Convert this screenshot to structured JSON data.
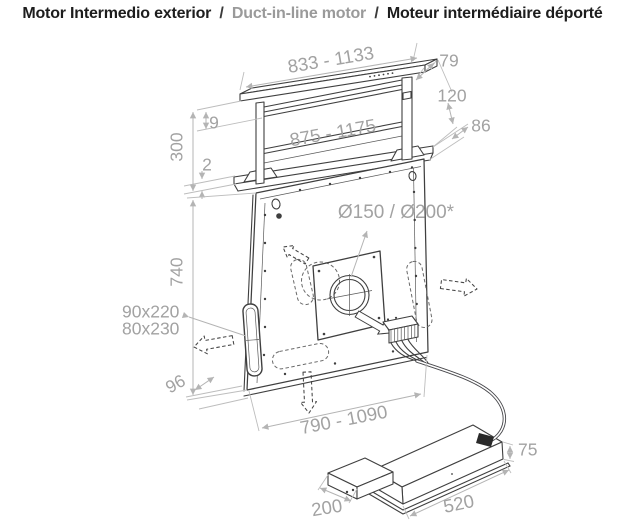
{
  "title": {
    "part_es": "Motor Intermedio exterior",
    "sep1": "/",
    "part_en": "Duct-in-line motor",
    "sep2": "/",
    "part_fr": "Moteur intermédiaire déporté"
  },
  "dims": {
    "top_width": "833 - 1133",
    "cap_depth": "79",
    "right_height": "120",
    "flange_depth": "86",
    "inner_width": "875 - 1175",
    "cap_thickness": "9",
    "flange_thickness": "2",
    "raised_height": "300",
    "body_height": "740",
    "side_outlet_a": "90x220",
    "side_outlet_b": "80x230",
    "body_depth": "96",
    "body_width": "790 - 1090",
    "duct_diameter": "Ø150 / Ø200*",
    "motor_height": "75",
    "motor_width": "200",
    "motor_length": "520"
  },
  "colors": {
    "object_line": "#3f3f3f",
    "dimension_line": "#b4b4b4",
    "dimension_text": "#a2a2a2",
    "title_primary": "#1d1d1d",
    "title_secondary": "#9a9a9a"
  }
}
